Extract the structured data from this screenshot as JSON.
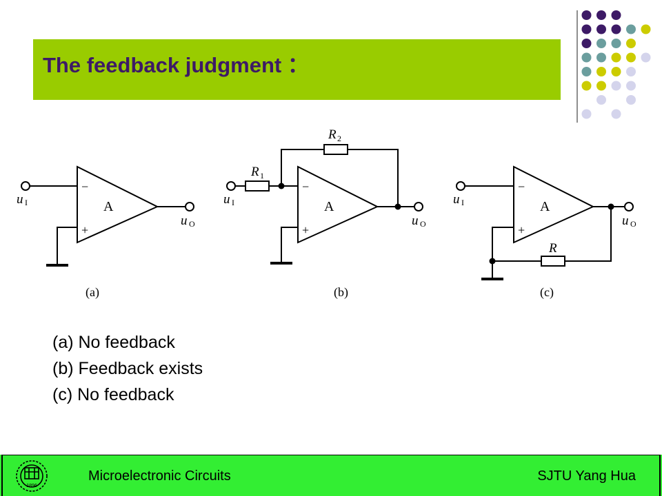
{
  "slide": {
    "title": "The feedback judgment ："
  },
  "circuits": [
    {
      "caption": "(a)",
      "input": "u",
      "input_sub": "I",
      "output": "u",
      "output_sub": "O",
      "amp": "A",
      "minus": "−",
      "plus": "+"
    },
    {
      "caption": "(b)",
      "input": "u",
      "input_sub": "I",
      "output": "u",
      "output_sub": "O",
      "amp": "A",
      "minus": "−",
      "plus": "+",
      "r1": "R",
      "r1_sub": "1",
      "r2": "R",
      "r2_sub": "2"
    },
    {
      "caption": "(c)",
      "input": "u",
      "input_sub": "I",
      "output": "u",
      "output_sub": "O",
      "amp": "A",
      "minus": "−",
      "plus": "+",
      "r": "R"
    }
  ],
  "results": [
    "(a) No feedback",
    "(b) Feedback exists",
    "(c) No feedback"
  ],
  "footer": {
    "left": "Microelectronic Circuits",
    "right": "SJTU  Yang Hua",
    "logo_year": "1896"
  },
  "colors": {
    "title_bar": "#99cc00",
    "title_text": "#3d1a66",
    "footer_bg": "#33ee33",
    "dot_purple": "#3d1a66",
    "dot_teal": "#6b9e9e",
    "dot_yellow": "#cccc00",
    "dot_lavender": "#d4d4ec"
  }
}
